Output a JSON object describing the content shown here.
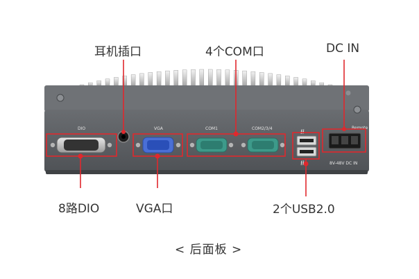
{
  "callouts": {
    "earphone": "耳机插口",
    "com": "4个COM口",
    "dcin": "DC IN",
    "dio": "8路DIO",
    "vga": "VGA口",
    "usb": "2个USB2.0"
  },
  "panel": {
    "dio": "DIO",
    "vga": "VGA",
    "com1": "COM1",
    "com234": "COM2/3/4",
    "remote": "Remote",
    "voltage": "8V-48V DC IN"
  },
  "caption": "< 后面板 >",
  "colors": {
    "highlight": "#e0282d",
    "panel": "#5b5e62"
  }
}
